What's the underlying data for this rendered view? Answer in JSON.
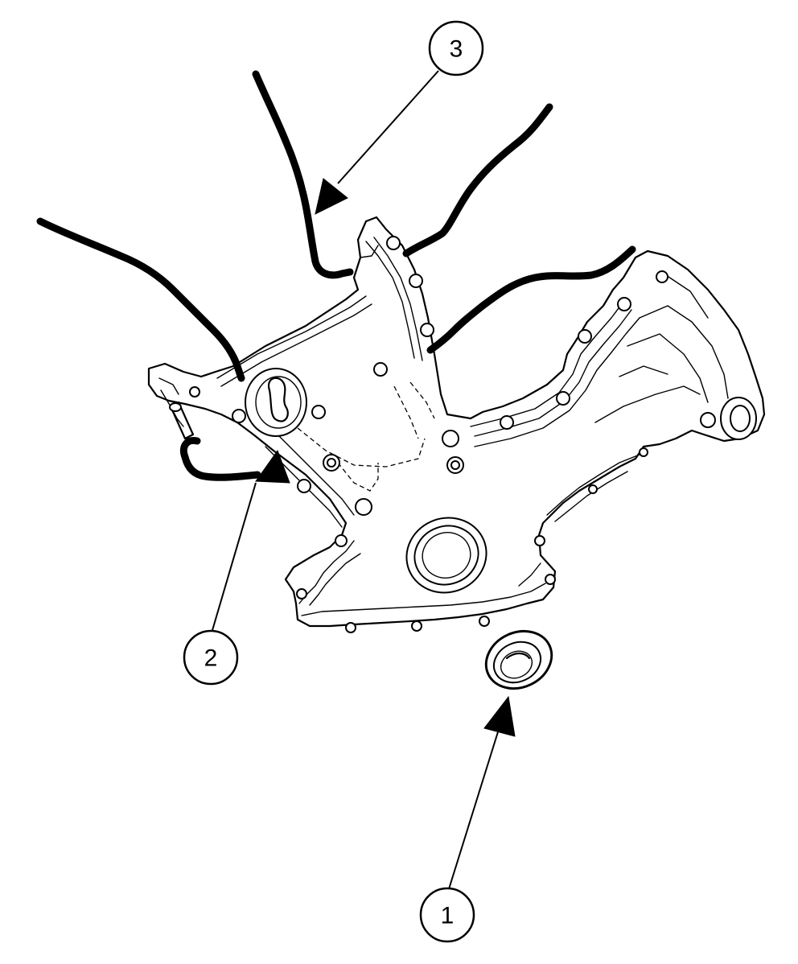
{
  "diagram": {
    "callouts": [
      {
        "id": "1",
        "label": "1"
      },
      {
        "id": "2",
        "label": "2"
      },
      {
        "id": "3",
        "label": "3"
      }
    ],
    "components": {
      "front_cover": "engine-front-cover-icon",
      "crankshaft_seal": "crankshaft-front-seal-icon",
      "sealant_beads": "sealant-bead-icon",
      "arrow": "arrow-icon"
    },
    "colors": {
      "ink": "#000000",
      "background": "#ffffff"
    }
  }
}
